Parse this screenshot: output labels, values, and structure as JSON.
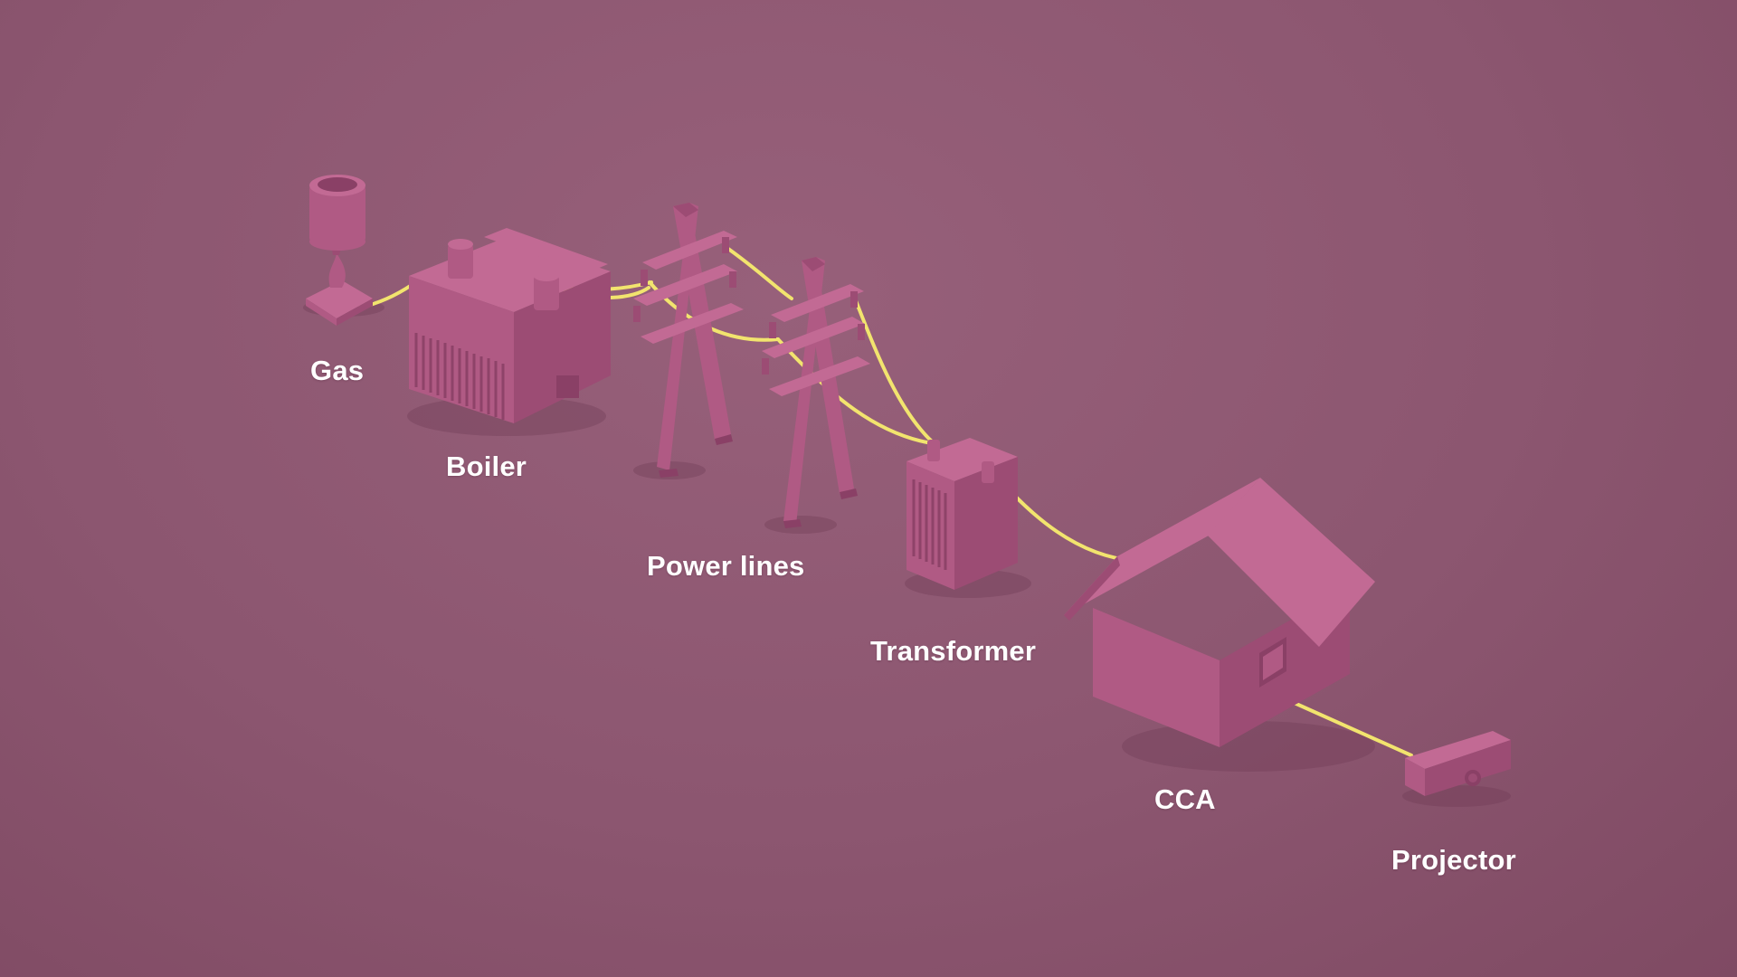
{
  "diagram": {
    "nodes": [
      {
        "id": "gas",
        "label": "Gas",
        "icon": "gas-burner-icon"
      },
      {
        "id": "boiler",
        "label": "Boiler",
        "icon": "boiler-icon"
      },
      {
        "id": "power_lines",
        "label": "Power lines",
        "icon": "pylon-icon"
      },
      {
        "id": "transformer",
        "label": "Transformer",
        "icon": "transformer-icon"
      },
      {
        "id": "cca",
        "label": "CCA",
        "icon": "house-icon"
      },
      {
        "id": "projector",
        "label": "Projector",
        "icon": "projector-icon"
      }
    ],
    "edges": [
      {
        "from": "gas",
        "to": "boiler"
      },
      {
        "from": "boiler",
        "to": "power_lines"
      },
      {
        "from": "power_lines",
        "to": "transformer"
      },
      {
        "from": "transformer",
        "to": "cca"
      },
      {
        "from": "cca",
        "to": "projector"
      }
    ]
  },
  "colors": {
    "background": "#8c5670",
    "objects": "#b05a84",
    "wire": "#f2e46e",
    "label_text": "#ffffff"
  }
}
